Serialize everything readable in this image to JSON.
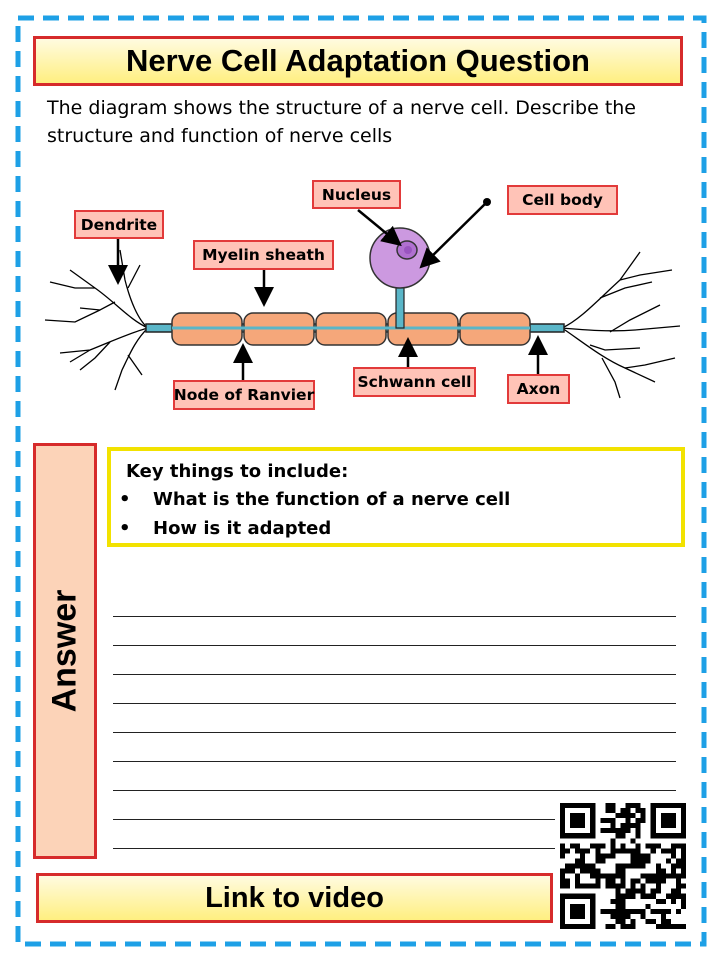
{
  "title": "Nerve Cell Adaptation Question",
  "question": "The diagram shows the structure of a nerve cell. Describe the structure and function of nerve cells",
  "diagram": {
    "labels": {
      "dendrite": "Dendrite",
      "nucleus": "Nucleus",
      "cell_body": "Cell body",
      "myelin_sheath": "Myelin sheath",
      "node_of_ranvier": "Node of Ranvier",
      "schwann_cell": "Schwann cell",
      "axon": "Axon"
    }
  },
  "answer_label": "Answer",
  "key_box": {
    "title": "Key things to include:",
    "bullet": "•",
    "items": [
      "What is the function of a nerve cell",
      "How is it adapted"
    ]
  },
  "link_label": "Link to video",
  "icons": {
    "qr": "qr-code-icon"
  },
  "colors": {
    "border_dash": "#1ea0e6",
    "title_border": "#d62b2b",
    "label_fill": "#ffc3b7",
    "key_border": "#f2e200",
    "myelin": "#f5a77a",
    "axon": "#5ab6c8",
    "cell_body": "#cc99e0"
  }
}
